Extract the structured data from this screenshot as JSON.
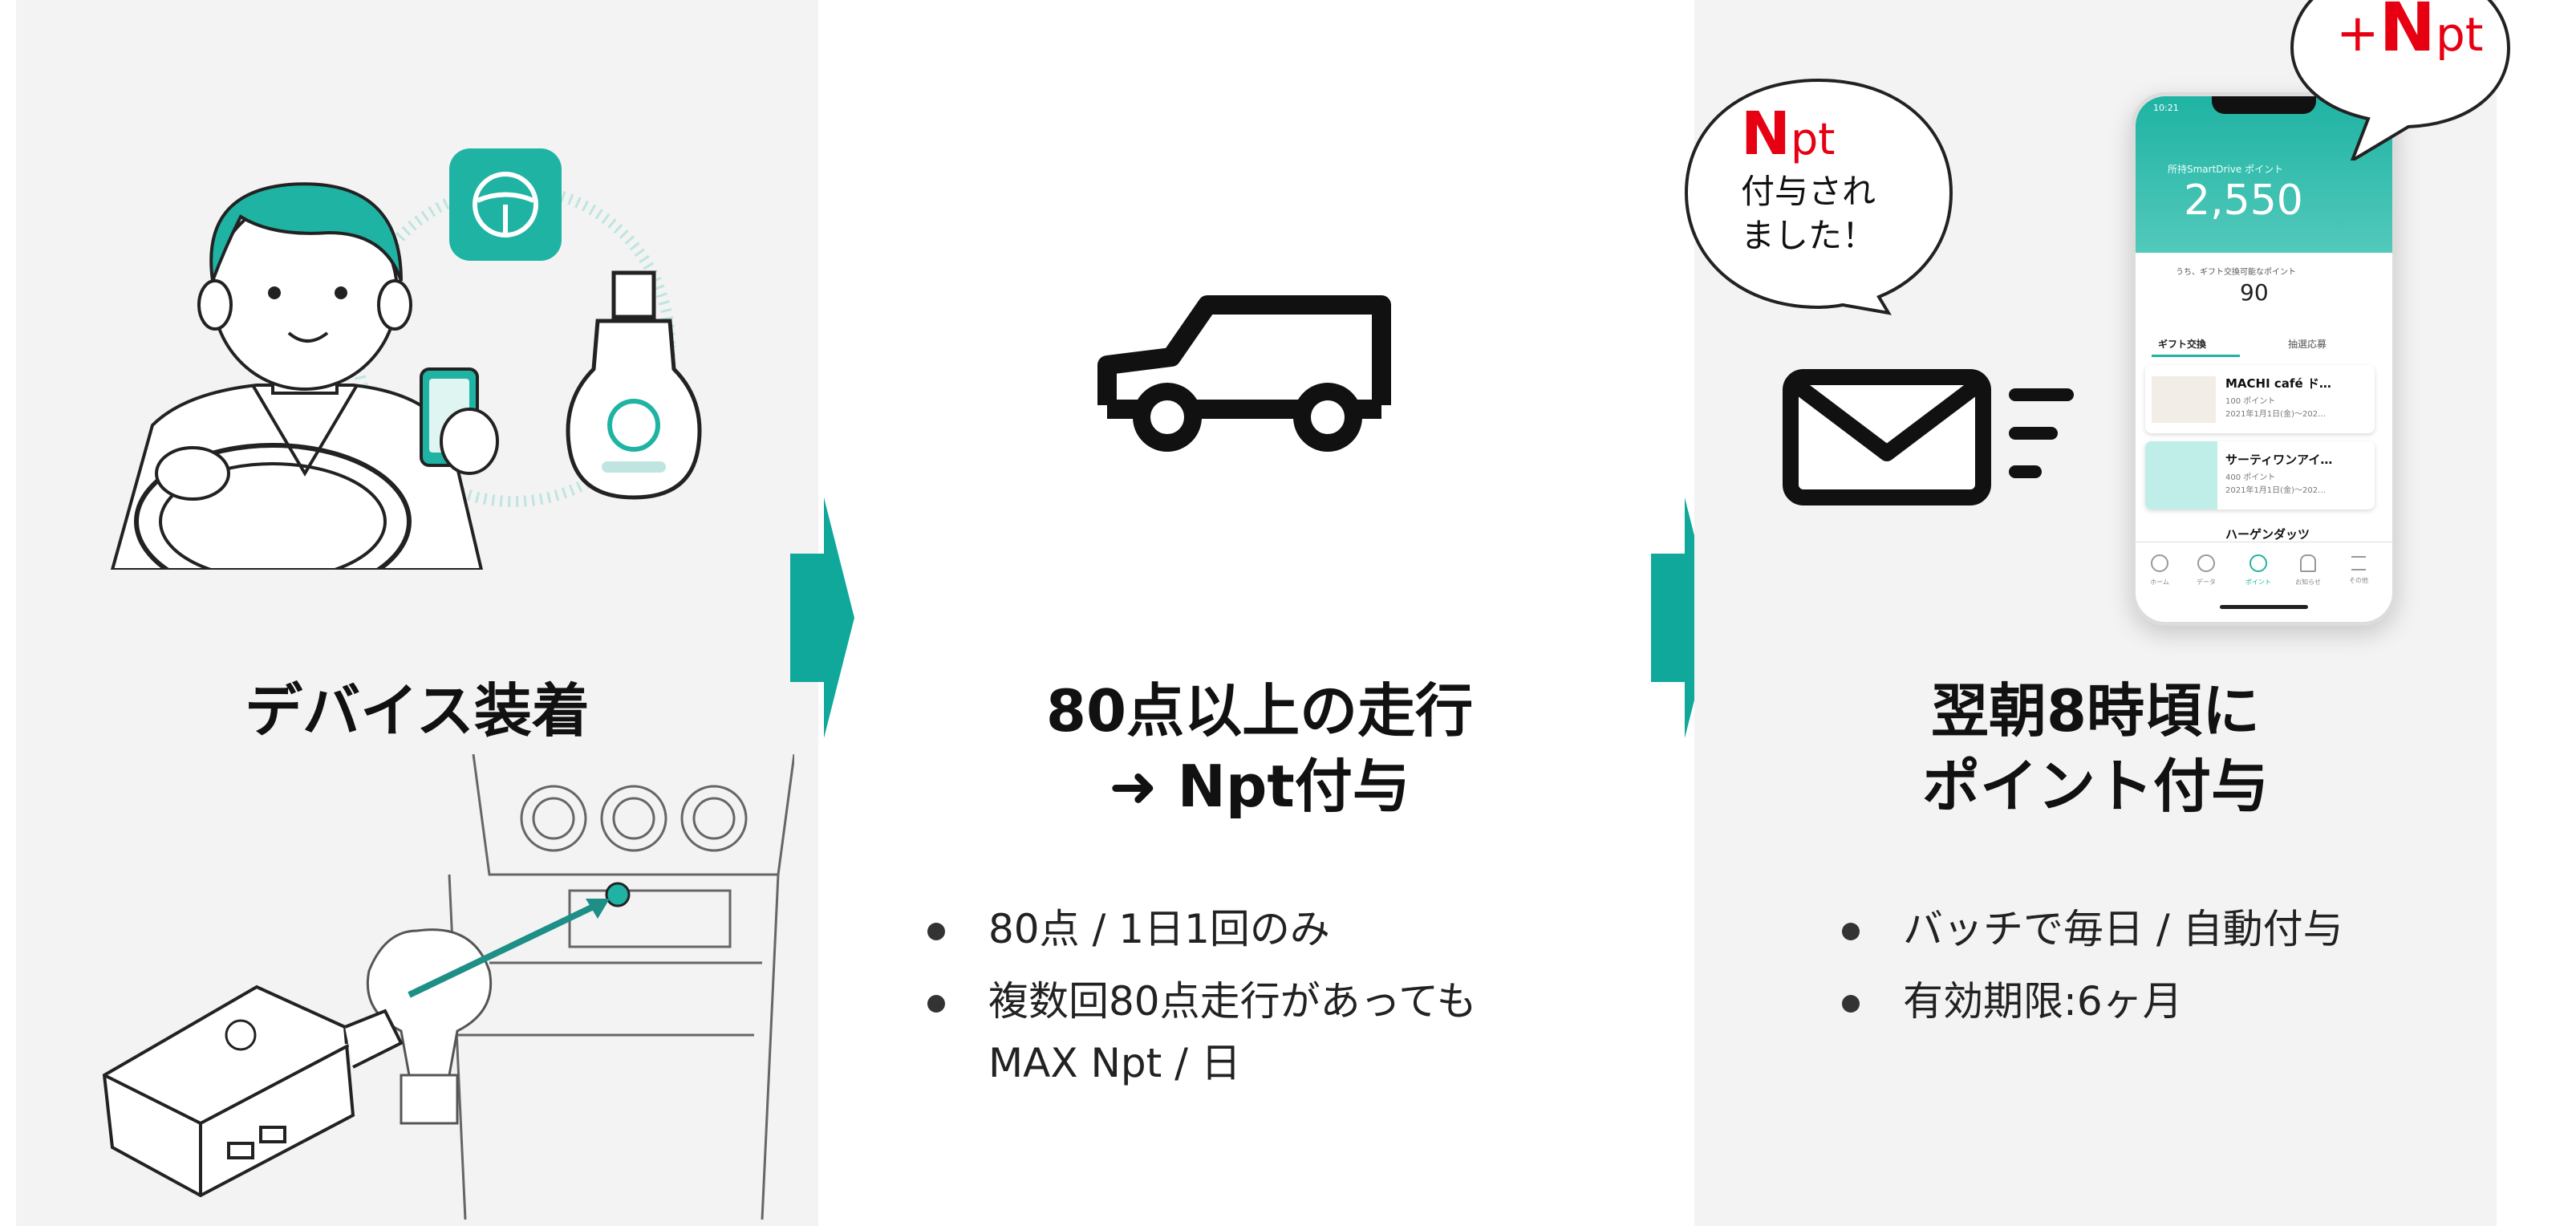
{
  "colors": {
    "teal": "#0fa89a",
    "teal_dark": "#1d8f86",
    "red": "#e60012",
    "panel_bg": "#f3f3f3"
  },
  "step1": {
    "title": "デバイス装着",
    "icons": [
      "driver-illustration",
      "steering-wheel-icon",
      "smartphone-icon",
      "car-charger-device-icon",
      "car-console-illustration",
      "obd-device-icon"
    ]
  },
  "step2": {
    "title_line1": "80点以上の走行",
    "title_line2": "➜ Npt付与",
    "bullets": [
      "80点 / 1日1回のみ",
      [
        "複数回80点走行があっても",
        "MAX Npt / 日"
      ]
    ],
    "icons": [
      "car-icon"
    ]
  },
  "step3": {
    "title_line1": "翌朝8時頃に",
    "title_line2": "ポイント付与",
    "bullets": [
      "バッチで毎日 / 自動付与",
      "有効期限:6ヶ月"
    ],
    "icons": [
      "mail-icon",
      "speed-lines-icon"
    ]
  },
  "bubble_left": {
    "big": "N",
    "small": "pt",
    "line1": "付与され",
    "line2": "ました！"
  },
  "bubble_right": {
    "plus": "+",
    "big": "N",
    "small": "pt"
  },
  "phone": {
    "time": "10:21",
    "balance_label": "所持SmartDrive ポイント",
    "balance": "2,550",
    "gift_label": "うち、ギフト交換可能なポイント",
    "gift_value": "90",
    "tab_gift": "ギフト交換",
    "tab_lottery": "抽選応募",
    "items": [
      {
        "name": "MACHI café ド…",
        "points": "100 ポイント",
        "date": "2021年1月1日(金)〜202…"
      },
      {
        "name": "サーティワンアイ…",
        "points": "400 ポイント",
        "date": "2021年1月1日(金)〜202…"
      },
      {
        "name": "ハーゲンダッツ",
        "points": "",
        "date": ""
      }
    ],
    "nav": [
      "ホーム",
      "データ",
      "ポイント",
      "お知らせ",
      "その他"
    ]
  },
  "arrows": [
    "chevron-right-icon",
    "chevron-right-icon"
  ]
}
